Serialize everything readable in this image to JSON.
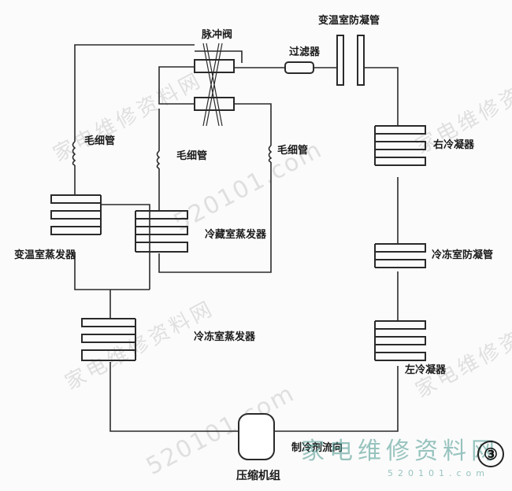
{
  "labels": {
    "expansion_valve": "脉冲阀",
    "filter": "过滤器",
    "variable_room_anti_condensation_pipe": "变温室防凝管",
    "capillary_left": "毛细管",
    "capillary_middle": "毛细管",
    "capillary_right": "毛细管",
    "right_condenser": "右冷凝器",
    "refrigerating_evaporator": "冷藏室蒸发器",
    "variable_room_evaporator": "变温室蒸发器",
    "freezer_anti_condensation_pipe": "冷冻室防凝管",
    "freezer_evaporator": "冷冻室蒸发器",
    "left_condenser": "左冷凝器",
    "pressure_pipe": "制冷剂流向",
    "compressor": "压缩机组"
  },
  "watermark": {
    "site_name_cn": "家电维修资料网",
    "site_url": "520101.com",
    "brand_text": "家电维修资料网",
    "brand_url": "520101.com"
  },
  "figure_number": "③",
  "colors": {
    "line": "#2a2a2a",
    "watermark": "#969696",
    "brand": "#46968c"
  }
}
